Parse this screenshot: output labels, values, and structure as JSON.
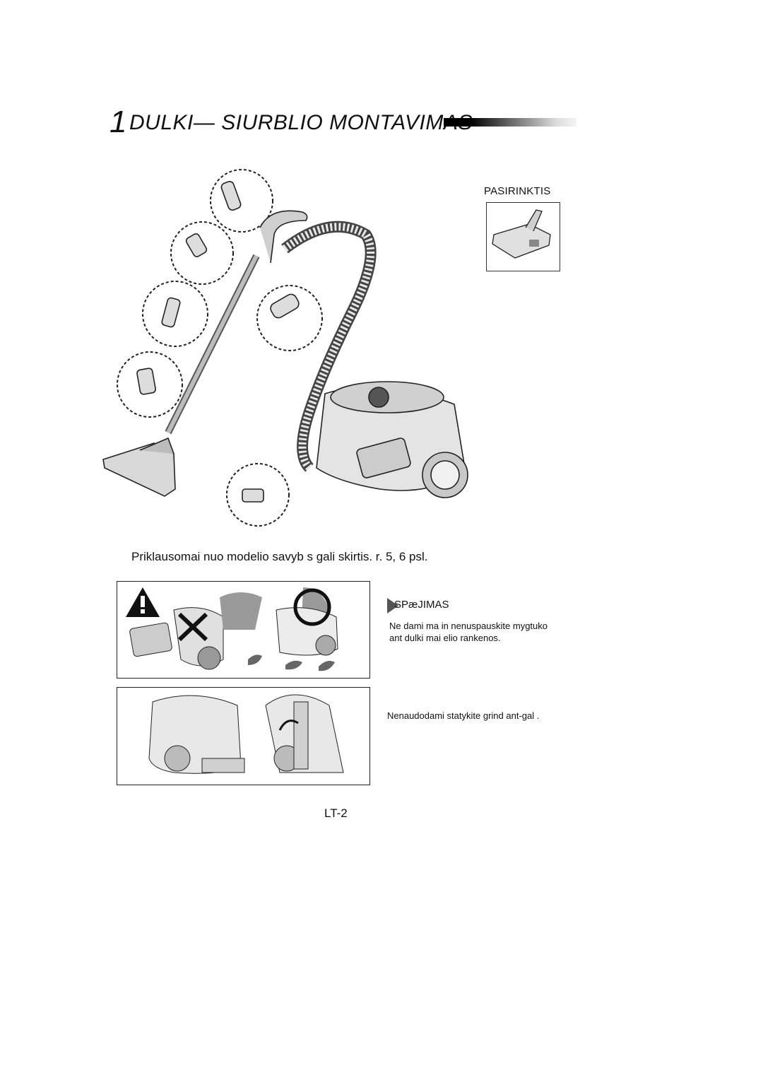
{
  "title": {
    "number": "1",
    "text": "DULKI— SIURBLIO MONTAVIMAS"
  },
  "optional": {
    "label": "PASIRINKTIS"
  },
  "caption": "Priklausomai nuo modelio savyb s gali skirtis.  r. 5, 6 psl.",
  "warning": {
    "label": "SPæJIMAS",
    "note1": "Ne dami ma in  nenuspauskite mygtuko ant dulki  mai elio rankenos.",
    "note2": "Nenaudodami  statykite grind  ant-gal ."
  },
  "page_number": "LT-2",
  "icons": [
    "caution-icon",
    "prohibited-x-icon",
    "ok-circle-icon",
    "vacuum-illustration",
    "floor-brush-illustration"
  ]
}
